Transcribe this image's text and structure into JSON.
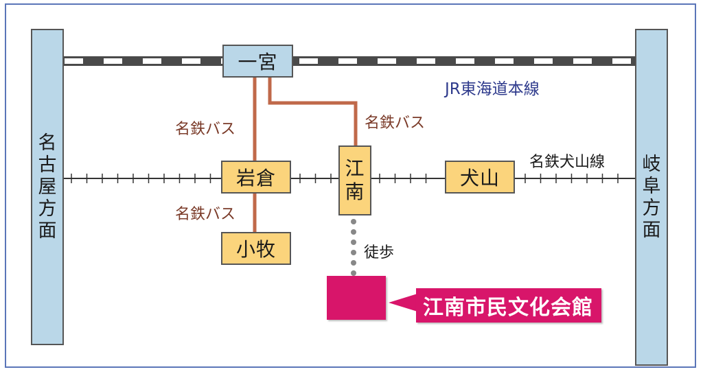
{
  "directions": {
    "left": "名古屋方面",
    "right": "岐阜方面"
  },
  "lines": {
    "jr": "JR東海道本線",
    "meitetsu": "名鉄犬山線"
  },
  "stations": {
    "ichinomiya": "一宮",
    "iwakura": "岩倉",
    "konan_top": "江",
    "konan_bottom": "南",
    "inuyama": "犬山",
    "komaki": "小牧"
  },
  "routes": {
    "bus_ichinomiya_iwakura": "名鉄バス",
    "bus_ichinomiya_konan": "名鉄バス",
    "bus_iwakura_komaki": "名鉄バス",
    "walk": "徒歩"
  },
  "destination": {
    "name": "江南市民文化会館"
  },
  "colors": {
    "bus_route": "#c0694a",
    "destination": "#d8156a",
    "station_fill": "#fbd47c",
    "terminal_fill": "#bad7e8",
    "jr_text": "#2e3a8c",
    "frame": "#5a75b8"
  }
}
